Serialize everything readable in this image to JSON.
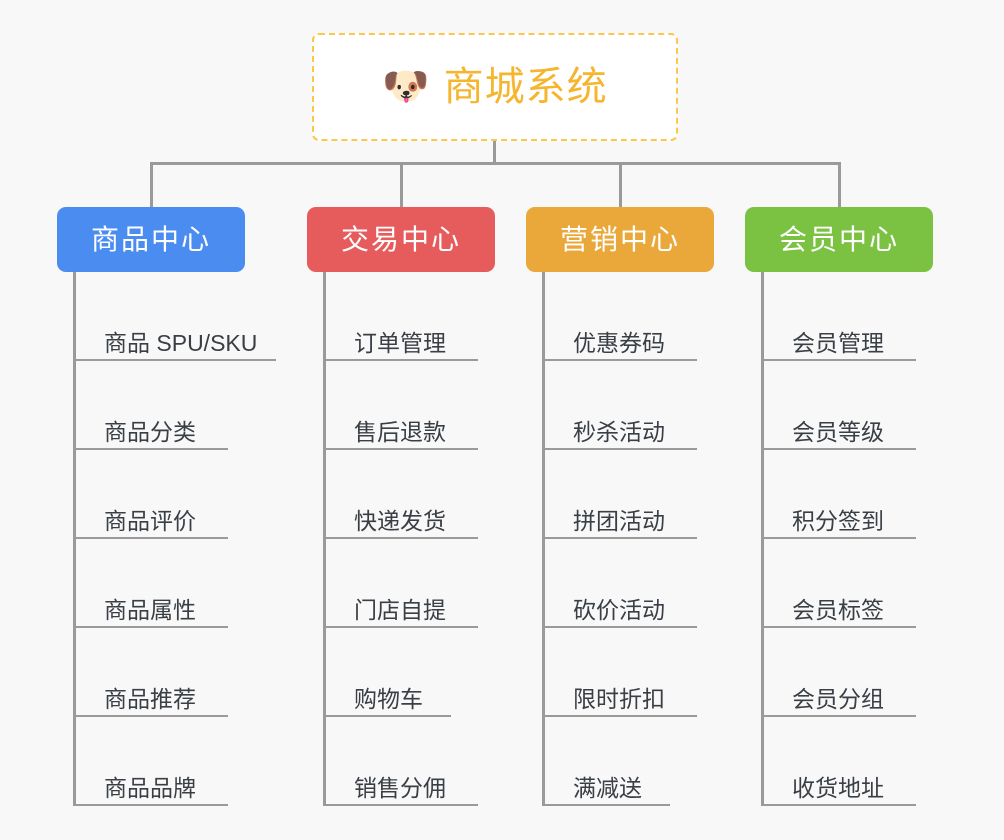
{
  "background_color": "#f8f8f8",
  "root": {
    "icon": "dog-face-emoji",
    "icon_glyph": "🐶",
    "title": "商城系统",
    "title_color": "#f5b52e",
    "border_color": "#fac84a",
    "border_style": "dashed",
    "background": "#ffffff"
  },
  "categories": [
    {
      "label": "商品中心",
      "color": "#4a8cf0",
      "name": "product-center",
      "items": [
        {
          "label": "商品 SPU/SKU",
          "rule_width": 200
        },
        {
          "label": "商品分类",
          "rule_width": 152
        },
        {
          "label": "商品评价",
          "rule_width": 152
        },
        {
          "label": "商品属性",
          "rule_width": 152
        },
        {
          "label": "商品推荐",
          "rule_width": 152
        },
        {
          "label": "商品品牌",
          "rule_width": 152
        }
      ]
    },
    {
      "label": "交易中心",
      "color": "#e65c5c",
      "name": "trade-center",
      "items": [
        {
          "label": "订单管理",
          "rule_width": 152
        },
        {
          "label": "售后退款",
          "rule_width": 152
        },
        {
          "label": "快递发货",
          "rule_width": 152
        },
        {
          "label": "门店自提",
          "rule_width": 152
        },
        {
          "label": "购物车",
          "rule_width": 125
        },
        {
          "label": "销售分佣",
          "rule_width": 152
        }
      ]
    },
    {
      "label": "营销中心",
      "color": "#eaa83b",
      "name": "marketing-center",
      "items": [
        {
          "label": "优惠券码",
          "rule_width": 152
        },
        {
          "label": "秒杀活动",
          "rule_width": 152
        },
        {
          "label": "拼团活动",
          "rule_width": 152
        },
        {
          "label": "砍价活动",
          "rule_width": 152
        },
        {
          "label": "限时折扣",
          "rule_width": 152
        },
        {
          "label": "满减送",
          "rule_width": 125
        }
      ]
    },
    {
      "label": "会员中心",
      "color": "#7cc242",
      "name": "member-center",
      "items": [
        {
          "label": "会员管理",
          "rule_width": 152
        },
        {
          "label": "会员等级",
          "rule_width": 152
        },
        {
          "label": "积分签到",
          "rule_width": 152
        },
        {
          "label": "会员标签",
          "rule_width": 152
        },
        {
          "label": "会员分组",
          "rule_width": 152
        },
        {
          "label": "收货地址",
          "rule_width": 152
        }
      ]
    }
  ]
}
